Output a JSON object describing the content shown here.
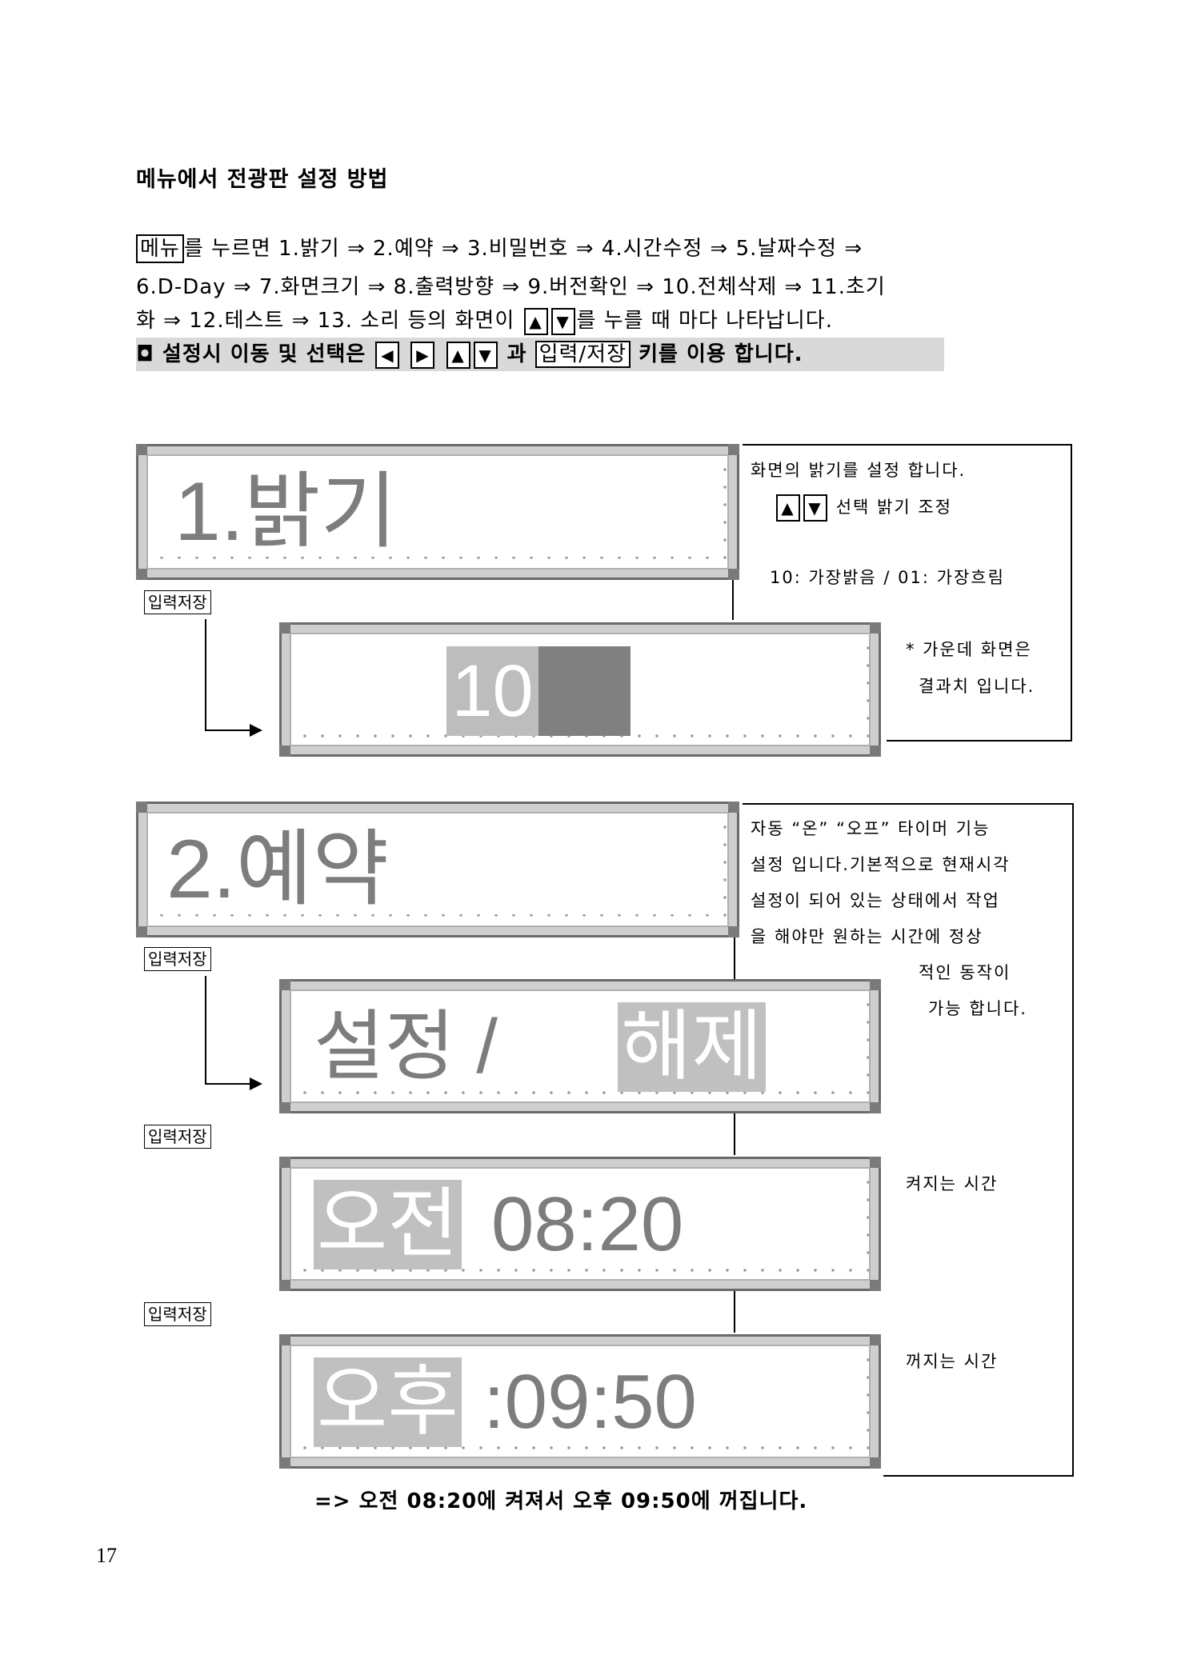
{
  "heading": "메뉴에서 전광판 설정 방법",
  "intro": {
    "menu_key": "메뉴",
    "line1_rest": "를 누르면 1.밝기 ⇒ 2.예약 ⇒ 3.비밀번호 ⇒ 4.시간수정 ⇒ 5.날짜수정 ⇒",
    "line2": "6.D-Day ⇒ 7.화면크기 ⇒ 8.출력방향 ⇒ 9.버전확인 ⇒ 10.전체삭제 ⇒ 11.초기",
    "line3_pre": "화 ⇒ 12.테스트 ⇒ 13. 소리  등의 화면이",
    "line3_post": "를 누를 때 마다 나타납니다.",
    "note_pre": "◘ 설정시 이동 및 선택은",
    "note_mid": "과",
    "note_key": "입력/저장",
    "note_post": "키를 이용 합니다."
  },
  "icons": {
    "up": "▲",
    "down": "▼",
    "left": "◀",
    "right": "▶"
  },
  "enter_key_label": "입력저장",
  "section1": {
    "panel_title": "1.밝기",
    "panel_value": "10",
    "desc_line1": "화면의 밝기를 설정 합니다.",
    "desc_line2": "선택  밝기 조정",
    "range_text": "10: 가장밝음 /  01: 가장흐림",
    "note_line1": "* 가운데 화면은",
    "note_line2": "결과치 입니다."
  },
  "section2": {
    "panel_title": "2.예약",
    "panel_set": "설정 / ",
    "panel_clear": "해제",
    "on_ampm": "오전",
    "on_time": " 08:20",
    "off_ampm": "오후",
    "off_time": ":09:50",
    "desc": [
      "자동 “온” “오프” 타이머 기능",
      "설정 입니다.기본적으로 현재시각",
      "설정이 되어 있는 상태에서 작업",
      "을 해야만 원하는 시간에 정상",
      "적인 동작이",
      "가능 합니다."
    ],
    "on_label": "켜지는 시간",
    "off_label": "꺼지는 시간"
  },
  "footer": "=> 오전 08:20에 켜져서 오후 09:50에 꺼집니다.",
  "page_number": "17"
}
